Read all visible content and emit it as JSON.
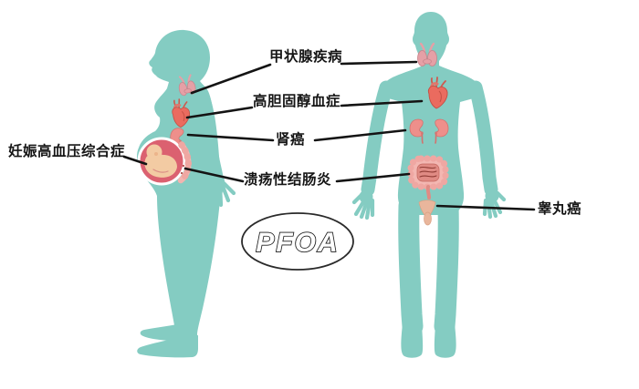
{
  "diagram": {
    "bubble_text": "PFOA",
    "labels": {
      "gestational_hypertension": "妊娠高血压综合症",
      "thyroid_disease": "甲状腺疾病",
      "hypercholesterolemia": "高胆固醇血症",
      "kidney_cancer": "肾癌",
      "ulcerative_colitis": "溃疡性结肠炎",
      "testicular_cancer": "睾丸癌"
    },
    "figures": [
      {
        "id": "pregnant-woman",
        "organs": [
          "thyroid",
          "heart",
          "kidney",
          "fetus-in-womb",
          "intestine-scallops"
        ]
      },
      {
        "id": "man",
        "organs": [
          "thyroid",
          "heart",
          "kidneys",
          "intestines",
          "testes"
        ]
      }
    ],
    "colors": {
      "body_teal": "#84CCC2",
      "connector_black": "#141414",
      "organ_pink": "#EE8F8B",
      "organ_red": "#EA6B5F",
      "thyroid_pink": "#E5A0A6",
      "womb_rose": "#DB6170",
      "fetus_peach": "#F3CBA3",
      "intestine_light_pink": "#EFA7A2",
      "intestine_dark_pink": "#E08B84",
      "testes_tan": "#E9B69C",
      "background": "#FFFFFF"
    }
  }
}
